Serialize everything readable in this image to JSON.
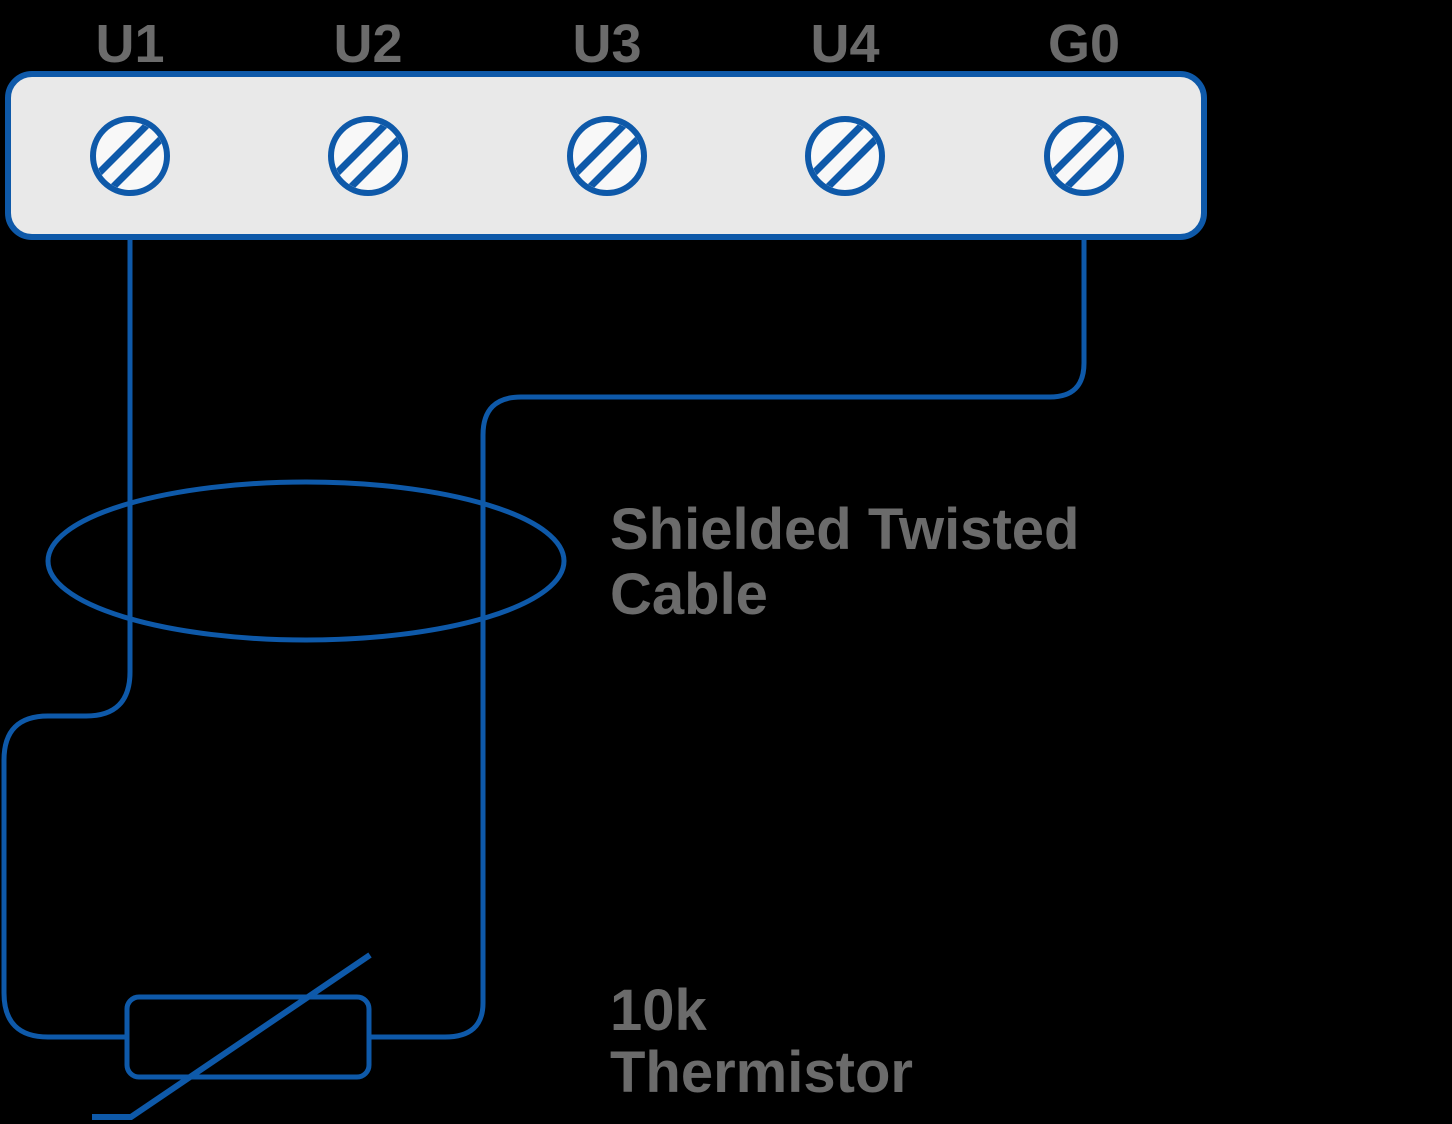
{
  "colors": {
    "bg": "#000000",
    "wire-blue": "#0E59A9",
    "gray-text": "#6B6B6B",
    "block-fill": "#E9E9E9",
    "screw-fill": "#F8F8F8"
  },
  "terminal_block": {
    "terminals": [
      {
        "label": "U1"
      },
      {
        "label": "U2"
      },
      {
        "label": "U3"
      },
      {
        "label": "U4"
      },
      {
        "label": "G0"
      }
    ]
  },
  "annotations": {
    "cable": {
      "line1": "Shielded Twisted",
      "line2": "Cable"
    },
    "thermistor": {
      "line1": "10k",
      "line2": "Thermistor"
    }
  }
}
